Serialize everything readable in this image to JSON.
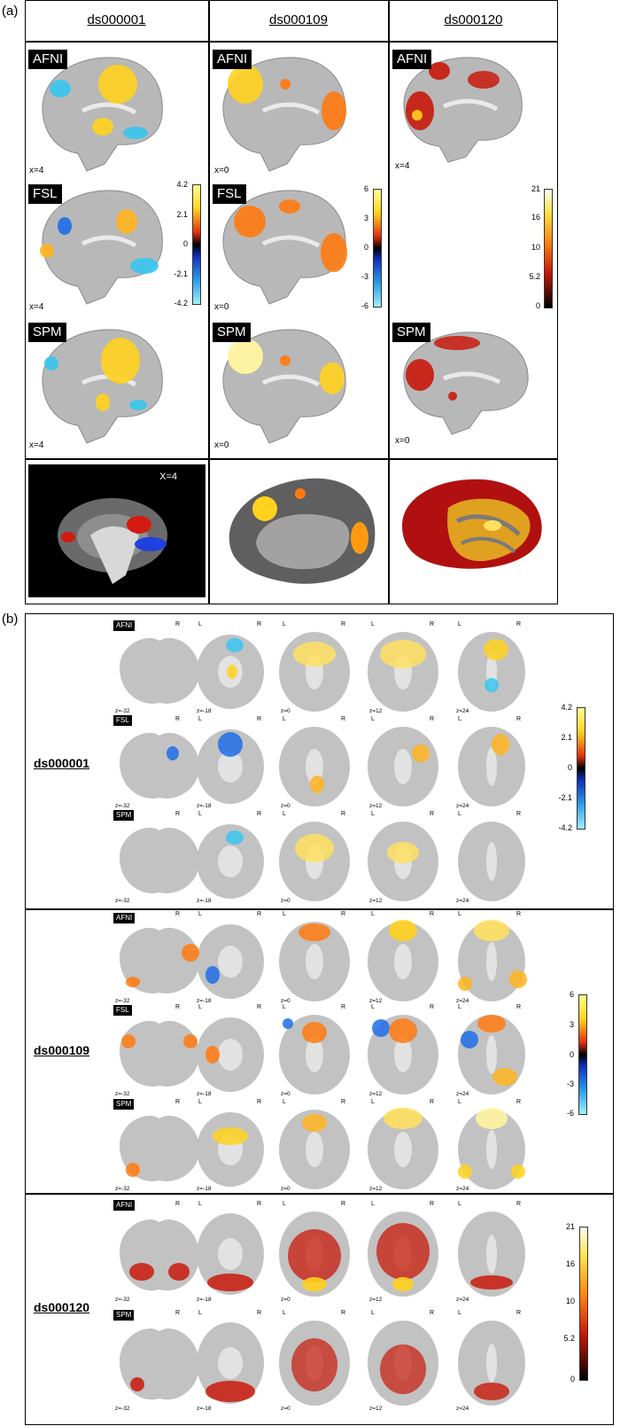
{
  "panel_a": {
    "letter": "(a)",
    "datasets": [
      "ds000001",
      "ds000109",
      "ds000120"
    ],
    "software": {
      "afni": "AFNI",
      "fsl": "FSL",
      "spm": "SPM"
    },
    "coords": {
      "c1": [
        "x=4",
        "x=4",
        "x=4"
      ],
      "c2": [
        "x=0",
        "x=0",
        "x=0"
      ],
      "c3": [
        "x=4",
        "x=0"
      ]
    },
    "original_label": "X=4",
    "colorbars": [
      {
        "ticks": [
          "4.2",
          "2.1",
          "0",
          "-2.1",
          "-4.2"
        ]
      },
      {
        "ticks": [
          "6",
          "3",
          "0",
          "-3",
          "-6"
        ]
      },
      {
        "ticks": [
          "21",
          "16",
          "10",
          "5.2",
          "0"
        ]
      }
    ]
  },
  "panel_b": {
    "letter": "(b)",
    "rows": [
      {
        "name": "ds000001",
        "software": [
          "AFNI",
          "FSL",
          "SPM"
        ],
        "ticks": [
          "4.2",
          "2.1",
          "0",
          "-2.1",
          "-4.2"
        ]
      },
      {
        "name": "ds000109",
        "software": [
          "AFNI",
          "FSL",
          "SPM"
        ],
        "ticks": [
          "6",
          "3",
          "0",
          "-3",
          "-6"
        ]
      },
      {
        "name": "ds000120",
        "software": [
          "AFNI",
          "SPM"
        ],
        "ticks": [
          "21",
          "16",
          "10",
          "5.2",
          "0"
        ]
      }
    ],
    "z_labels": [
      "z=-32",
      "z=-18",
      "z=0",
      "z=12",
      "z=24"
    ],
    "left": "L",
    "right": "R"
  },
  "colors": {
    "brain": "#b5b5b5",
    "hot": "#ffd21e",
    "warm": "#ff7a10",
    "red": "#c81a0a",
    "cool": "#39c5f0",
    "blue": "#1e5ee8"
  }
}
